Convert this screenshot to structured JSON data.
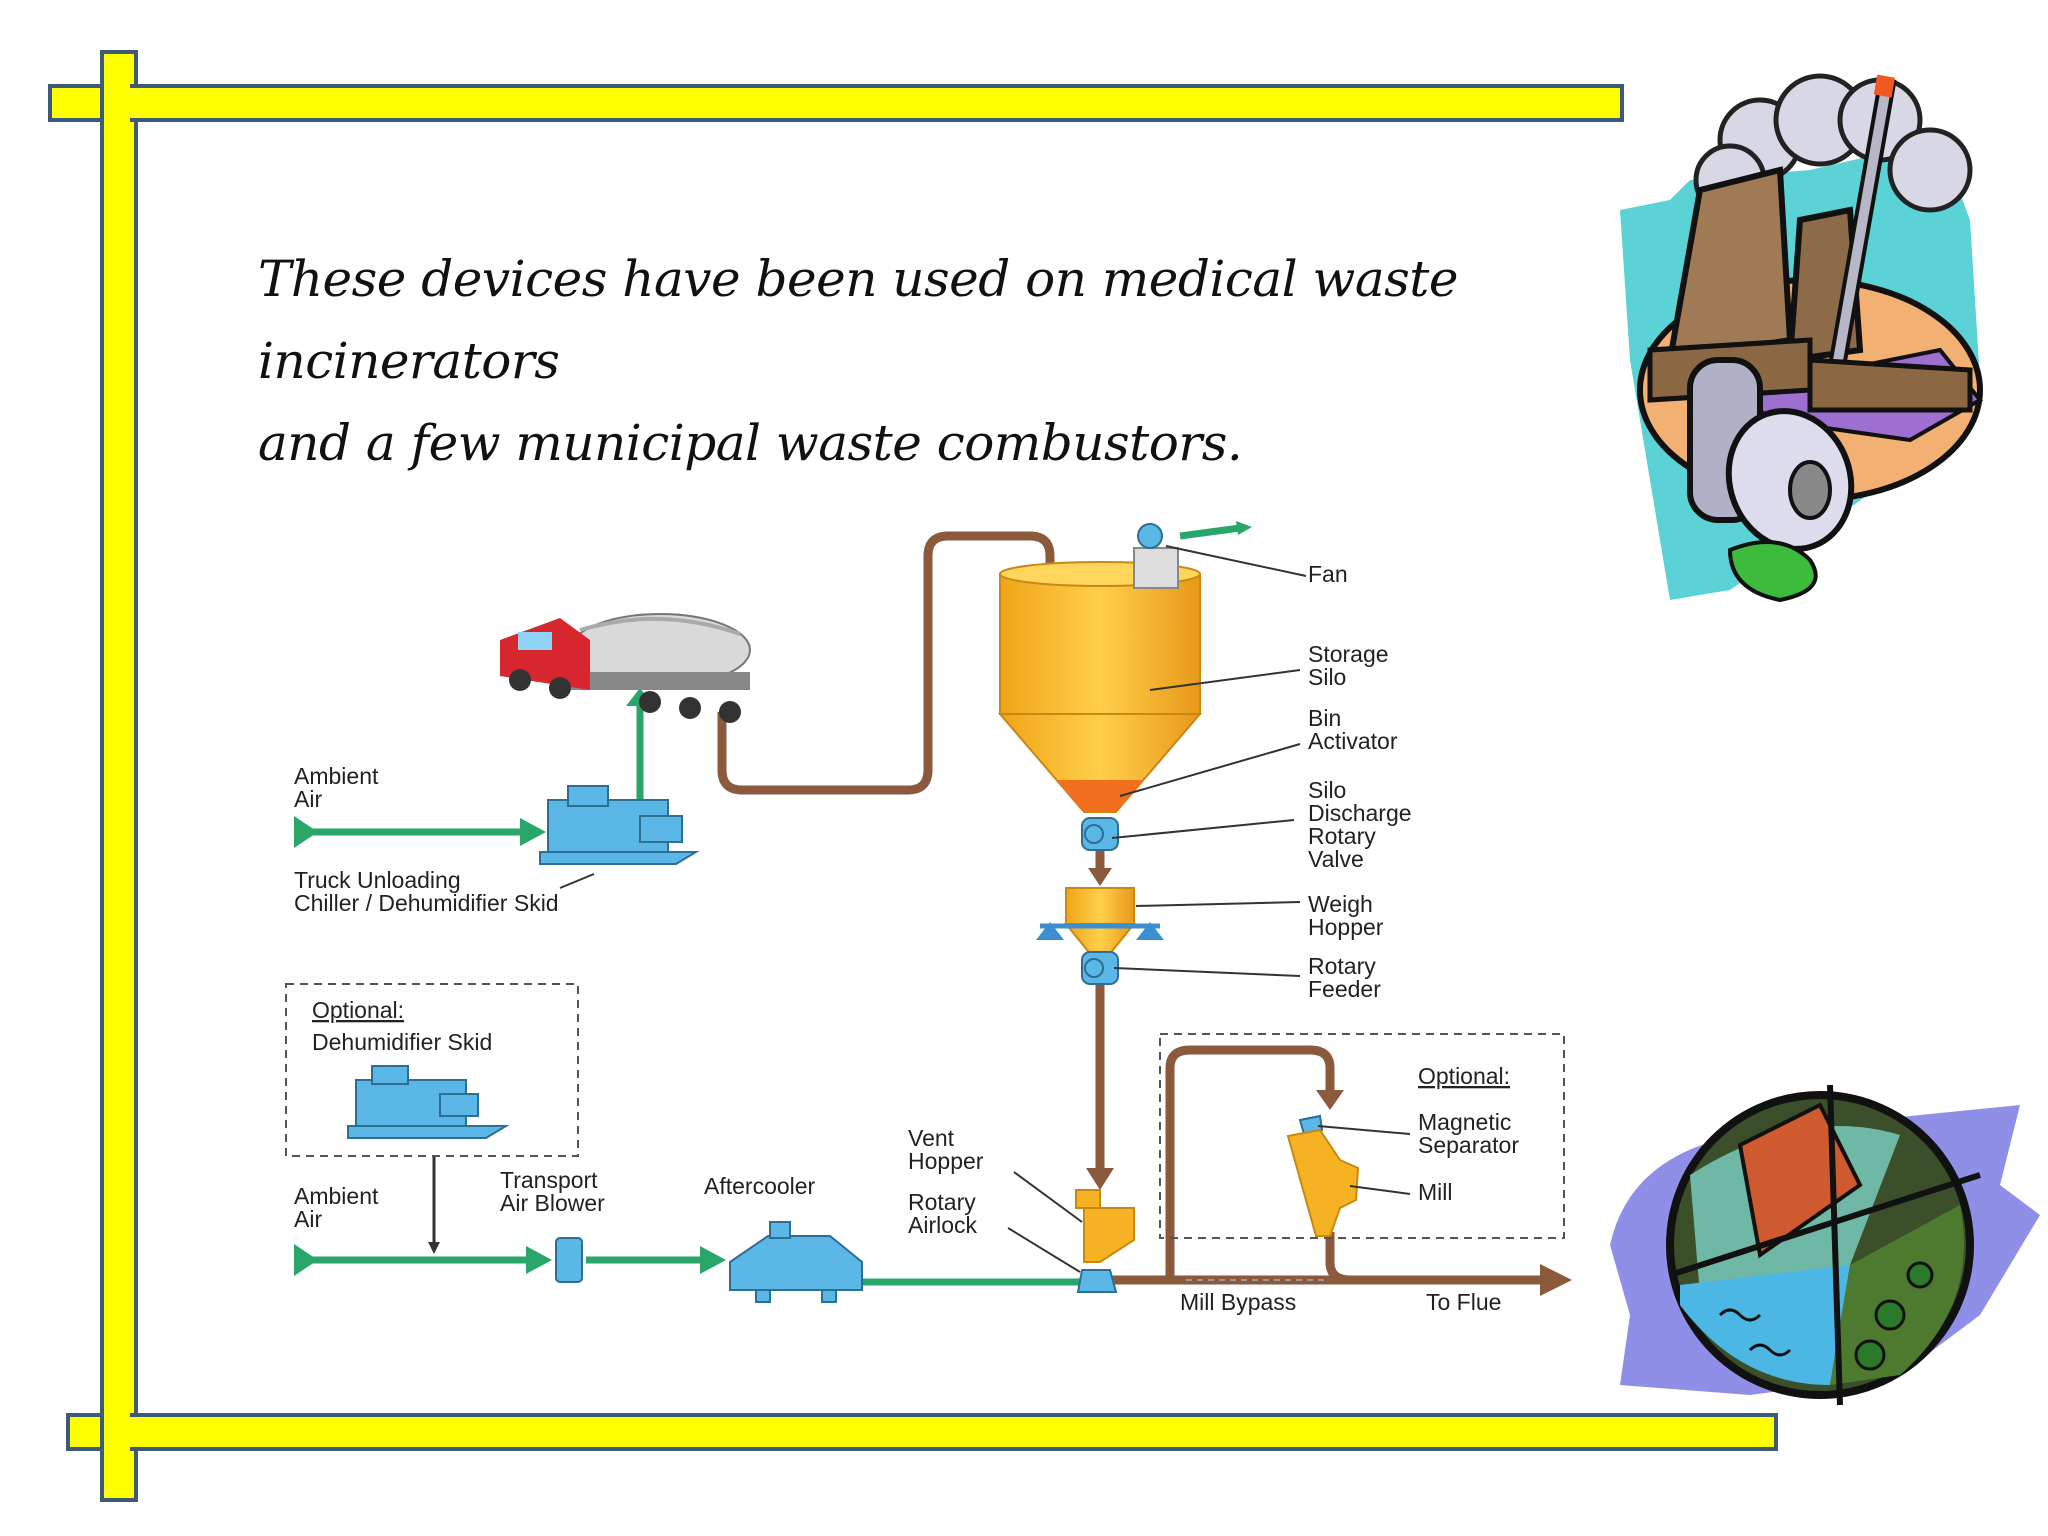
{
  "caption": {
    "line1": "These devices have been used on medical waste incinerators",
    "line2": "and a few municipal waste combustors."
  },
  "labels": {
    "fan": "Fan",
    "storage_silo": [
      "Storage",
      "Silo"
    ],
    "bin_activator": [
      "Bin",
      "Activator"
    ],
    "silo_discharge": [
      "Silo",
      "Discharge",
      "Rotary",
      "Valve"
    ],
    "weigh_hopper": [
      "Weigh",
      "Hopper"
    ],
    "rotary_feeder": [
      "Rotary",
      "Feeder"
    ],
    "ambient_air_top": [
      "Ambient",
      "Air"
    ],
    "truck_unloading": [
      "Truck Unloading",
      "Chiller / Dehumidifier Skid"
    ],
    "optional_left": "Optional:",
    "dehumidifier_skid": "Dehumidifier Skid",
    "ambient_air_bottom": [
      "Ambient",
      "Air"
    ],
    "transport_blower": [
      "Transport",
      "Air Blower"
    ],
    "aftercooler": "Aftercooler",
    "vent_hopper": [
      "Vent",
      "Hopper"
    ],
    "rotary_airlock": [
      "Rotary",
      "Airlock"
    ],
    "optional_right": "Optional:",
    "magnetic_separator": [
      "Magnetic",
      "Separator"
    ],
    "mill": "Mill",
    "mill_bypass": "Mill Bypass",
    "to_flue": "To Flue"
  },
  "colors": {
    "frame_yellow": "#ffff00",
    "frame_border": "#3d5a7a",
    "air_line": "#2aa66a",
    "material_line": "#8b5a3c",
    "equipment_blue": "#5bb8e6",
    "silo_orange": "#f5b324"
  },
  "icons": [
    "factory-clipart",
    "globe-clipart",
    "tanker-truck-icon"
  ]
}
